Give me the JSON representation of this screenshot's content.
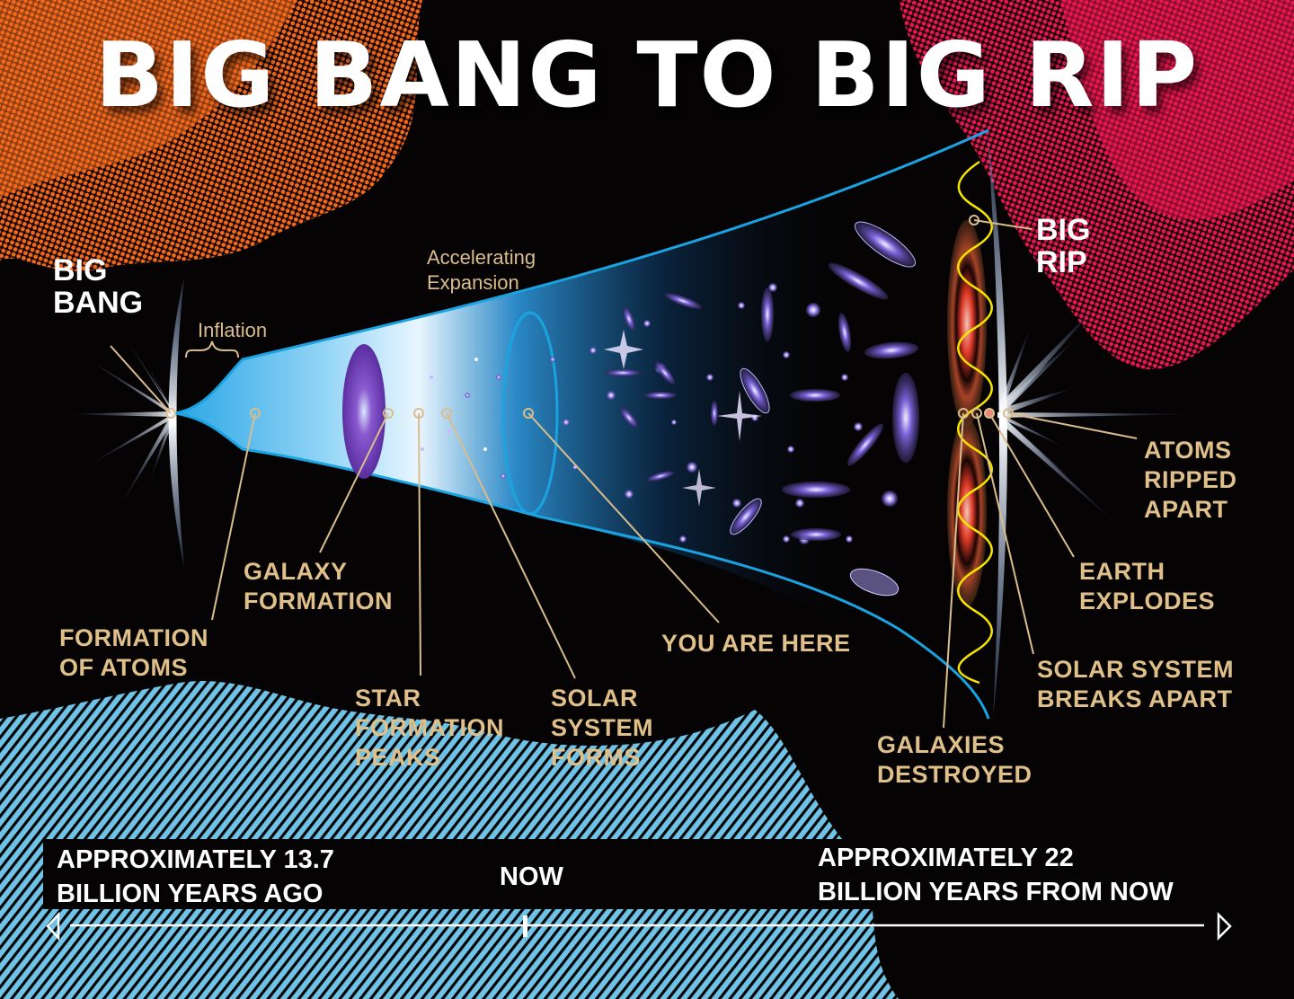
{
  "title": "BIG BANG TO BIG RIP",
  "colors": {
    "background": "#050303",
    "orange_haze": "#f0691f",
    "pink_haze": "#e8184f",
    "cyan_stripes": "#6ec3e6",
    "cone_outline": "#1aa3e0",
    "label_gold": "#e0c08a",
    "wave_yellow": "#f5e300",
    "white": "#ffffff"
  },
  "endpoints": {
    "big_bang": {
      "line1": "BIG",
      "line2": "BANG"
    },
    "big_rip": {
      "line1": "BIG",
      "line2": "RIP"
    }
  },
  "phases": {
    "inflation": "Inflation",
    "accelerating_expansion": {
      "line1": "Accelerating",
      "line2": "Expansion"
    }
  },
  "events": [
    {
      "id": "formation-of-atoms",
      "line1": "FORMATION",
      "line2": "OF ATOMS",
      "line3": ""
    },
    {
      "id": "galaxy-formation",
      "line1": "GALAXY",
      "line2": "FORMATION",
      "line3": ""
    },
    {
      "id": "star-formation-peaks",
      "line1": "STAR",
      "line2": "FORMATION",
      "line3": "PEAKS"
    },
    {
      "id": "solar-system-forms",
      "line1": "SOLAR",
      "line2": "SYSTEM",
      "line3": "FORMS"
    },
    {
      "id": "you-are-here",
      "line1": "YOU ARE HERE",
      "line2": "",
      "line3": ""
    },
    {
      "id": "galaxies-destroyed",
      "line1": "GALAXIES",
      "line2": "DESTROYED",
      "line3": ""
    },
    {
      "id": "solar-system-breaks-apart",
      "line1": "SOLAR SYSTEM",
      "line2": "BREAKS APART",
      "line3": ""
    },
    {
      "id": "earth-explodes",
      "line1": "EARTH",
      "line2": "EXPLODES",
      "line3": ""
    },
    {
      "id": "atoms-ripped-apart",
      "line1": "ATOMS",
      "line2": "RIPPED",
      "line3": "APART"
    }
  ],
  "timeline": {
    "start": {
      "line1": "APPROXIMATELY 13.7",
      "line2": "BILLION YEARS AGO"
    },
    "now": "NOW",
    "end": {
      "line1": "APPROXIMATELY 22",
      "line2": "BILLION YEARS FROM NOW"
    },
    "start_arrow_icon": "triangle-left-outline",
    "end_arrow_icon": "triangle-right-outline"
  }
}
